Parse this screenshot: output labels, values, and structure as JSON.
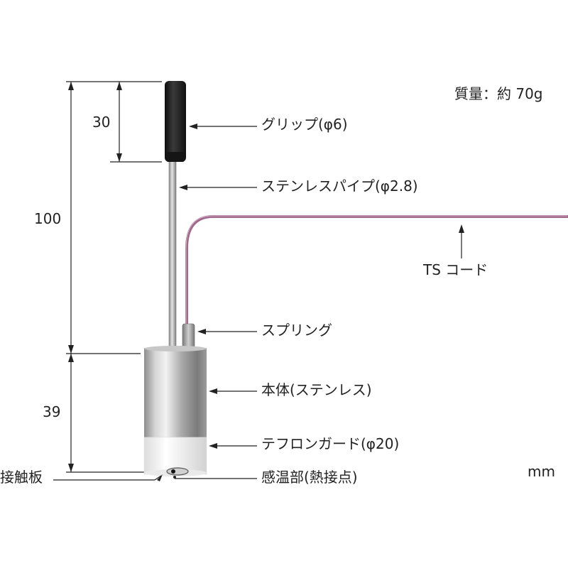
{
  "weight_label": "質量：約 70g",
  "unit_label": "mm",
  "dimensions": {
    "total_upper": "100",
    "grip_length": "30",
    "body_length": "39"
  },
  "callouts": {
    "grip": "グリップ(φ6)",
    "pipe": "ステンレスパイプ(φ2.8)",
    "cord": "TS コード",
    "spring": "スプリング",
    "body": "本体(ステンレス)",
    "guard": "テフロンガード(φ20)",
    "sensor": "感温部(熱接点)",
    "contact_plate": "接触板"
  },
  "colors": {
    "line": "#222222",
    "grip": "#1c1c1c",
    "cord": "#9a5a82",
    "steel": "#b5b5b5",
    "teflon": "#f4f4f4"
  }
}
